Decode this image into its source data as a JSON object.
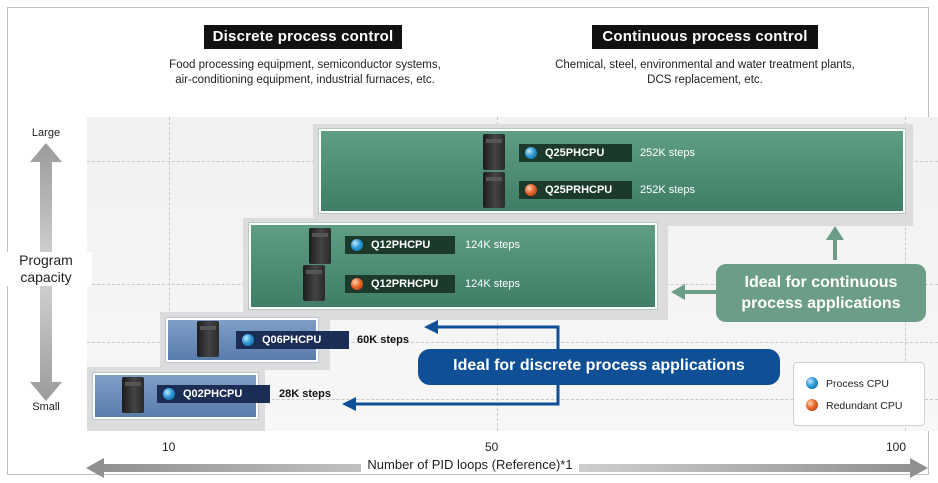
{
  "headers": {
    "discrete": {
      "title": "Discrete process control",
      "desc_line1": "Food processing equipment, semiconductor systems,",
      "desc_line2": "air-conditioning equipment, industrial furnaces, etc."
    },
    "continuous": {
      "title": "Continuous process control",
      "desc_line1": "Chemical, steel, environmental and water treatment plants,",
      "desc_line2": "DCS replacement, etc."
    }
  },
  "y_axis": {
    "top_label": "Large",
    "bottom_label": "Small",
    "title_line1": "Program",
    "title_line2": "capacity"
  },
  "x_axis": {
    "ticks": [
      "10",
      "50",
      "100"
    ],
    "title": "Number of PID loops (Reference)*1"
  },
  "cpus": {
    "q25ph": {
      "model": "Q25PHCPU",
      "steps": "252K steps",
      "type": "process"
    },
    "q25prh": {
      "model": "Q25PRHCPU",
      "steps": "252K steps",
      "type": "redundant"
    },
    "q12ph": {
      "model": "Q12PHCPU",
      "steps": "124K steps",
      "type": "process"
    },
    "q12prh": {
      "model": "Q12PRHCPU",
      "steps": "124K steps",
      "type": "redundant"
    },
    "q06ph": {
      "model": "Q06PHCPU",
      "steps": "60K steps",
      "type": "process"
    },
    "q02ph": {
      "model": "Q02PHCPU",
      "steps": "28K steps",
      "type": "process"
    }
  },
  "callouts": {
    "continuous_line1": "Ideal for continuous",
    "continuous_line2": "process applications",
    "discrete": "Ideal for discrete process applications"
  },
  "legend": {
    "process": "Process CPU",
    "redundant": "Redundant CPU"
  },
  "colors": {
    "process_cpu": "#2c9ad6",
    "redundant_cpu": "#e8652b",
    "continuous_accent": "#6c9d87",
    "discrete_accent": "#0e4f96"
  }
}
